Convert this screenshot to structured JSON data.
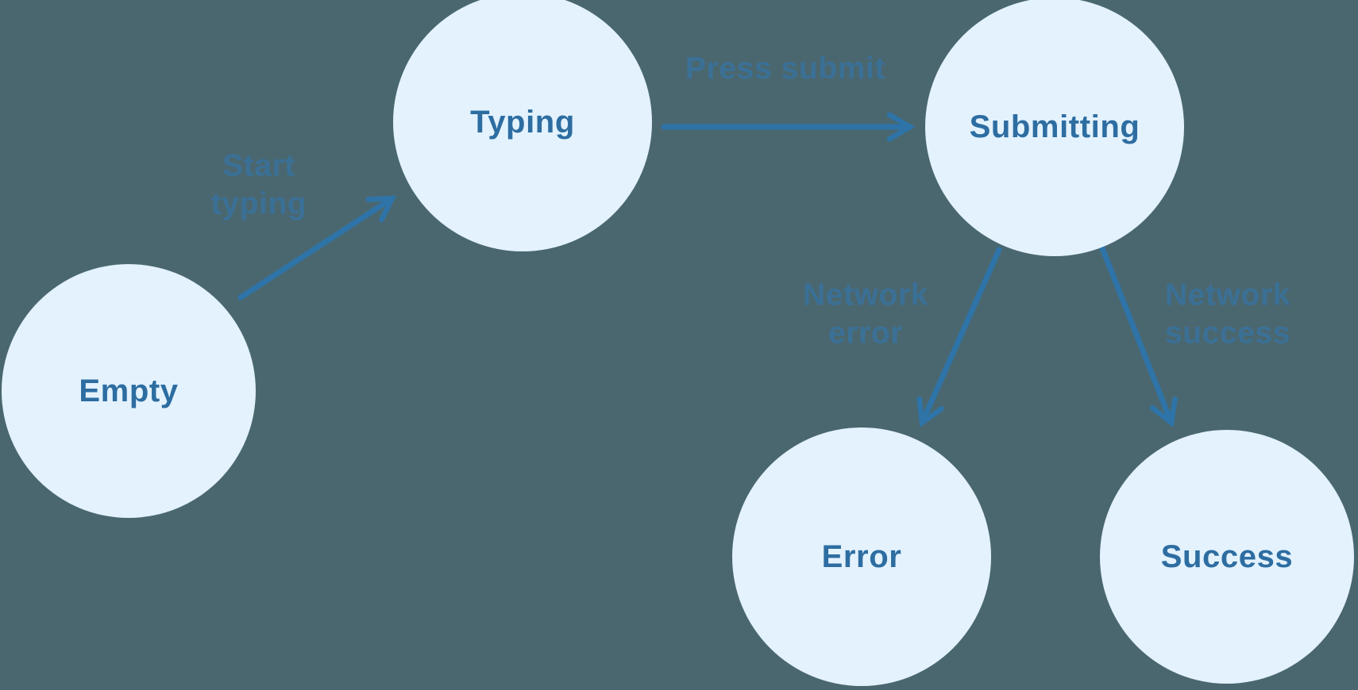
{
  "colors": {
    "background": "#4a6770",
    "node_fill": "#e3f2fd",
    "node_text": "#2d6da1",
    "arrow": "#2e74a8",
    "edge_label_text": "#3b7096"
  },
  "diagram": {
    "type": "state-machine",
    "nodes": [
      {
        "id": "empty",
        "label": "Empty"
      },
      {
        "id": "typing",
        "label": "Typing"
      },
      {
        "id": "submitting",
        "label": "Submitting"
      },
      {
        "id": "error",
        "label": "Error"
      },
      {
        "id": "success",
        "label": "Success"
      }
    ],
    "edges": [
      {
        "from": "empty",
        "to": "typing",
        "label_lines": [
          "Start",
          "typing"
        ]
      },
      {
        "from": "typing",
        "to": "submitting",
        "label_lines": [
          "Press submit"
        ]
      },
      {
        "from": "submitting",
        "to": "error",
        "label_lines": [
          "Network",
          "error"
        ]
      },
      {
        "from": "submitting",
        "to": "success",
        "label_lines": [
          "Network",
          "success"
        ]
      }
    ]
  }
}
